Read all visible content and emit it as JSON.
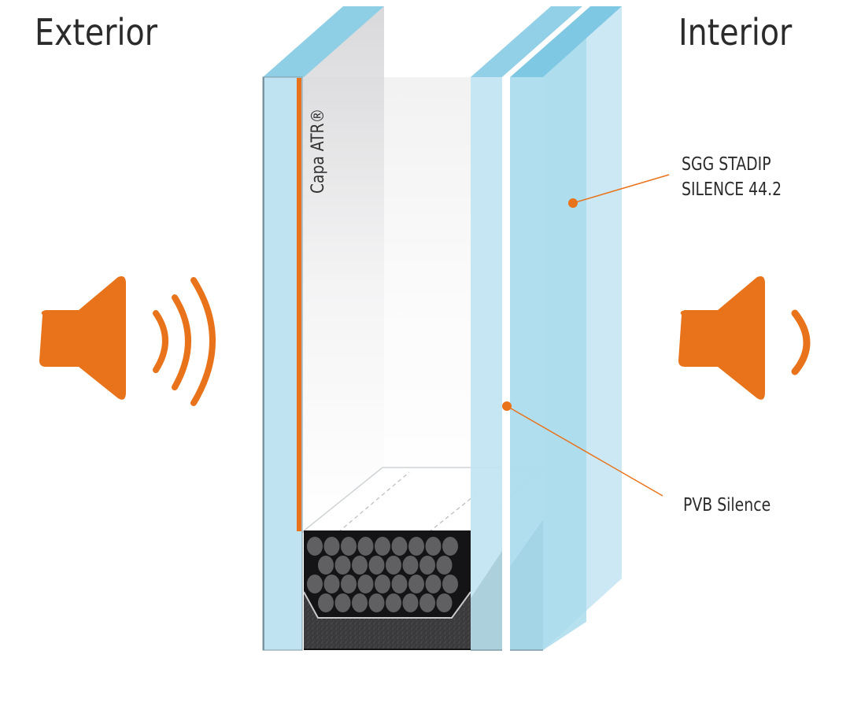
{
  "diagram": {
    "titles": {
      "exterior": "Exterior",
      "interior": "Interior"
    },
    "labels": {
      "coating": "Capa ATR®",
      "laminated_glass_line1": "SGG STADIP",
      "laminated_glass_line2": "SILENCE 44.2",
      "interlayer": "PVB Silence"
    },
    "icons": {
      "exterior_sound": "speaker-loud-icon",
      "interior_sound": "speaker-quiet-icon"
    },
    "exterior_sound_waves": 3,
    "interior_sound_waves": 1,
    "colors": {
      "accent": "#e8731a",
      "glass": "#bfe3f1",
      "glass_top": "#8ecfe6",
      "glass_dark": "#9dd5ea",
      "spacer": "#1a1a1c",
      "desiccant": "#5a5a5c",
      "text": "#2b2b2b"
    }
  }
}
